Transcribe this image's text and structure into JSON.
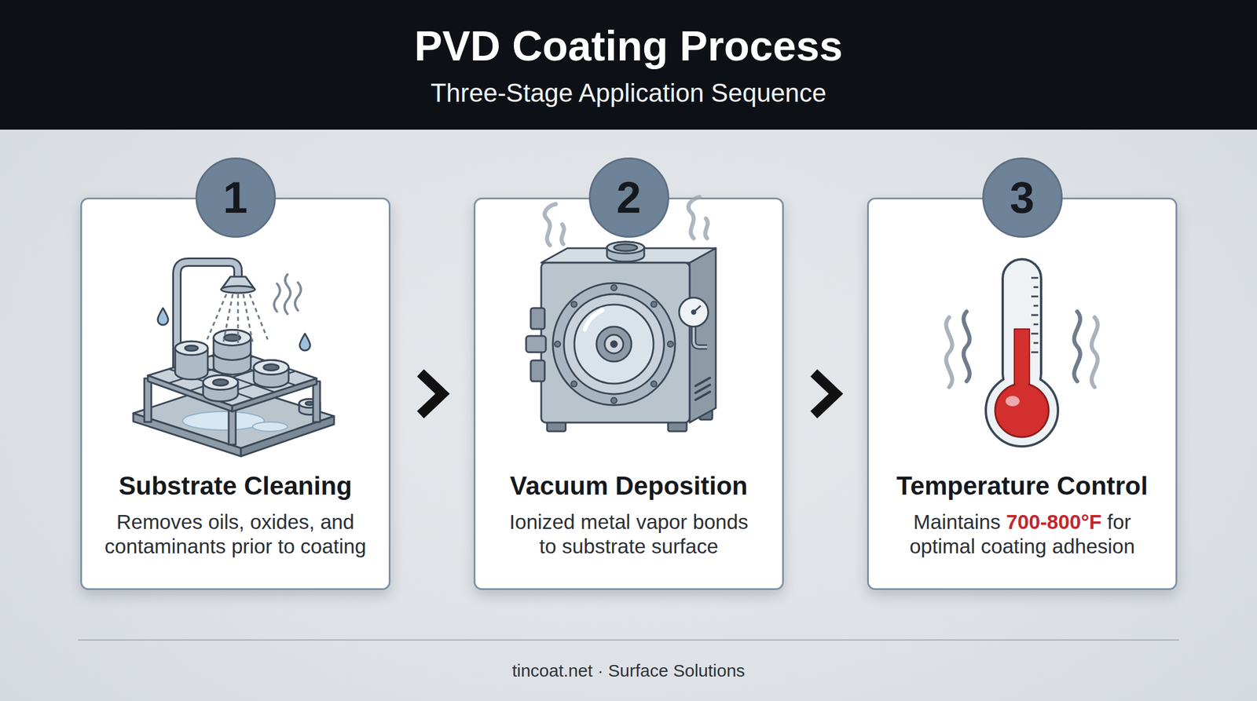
{
  "diagram": {
    "title": "PVD Coating Process",
    "nodes": [
      {
        "text": [
          "Substrate Cleaning",
          "Removes oils, oxides, and contaminants prior to coating"
        ]
      },
      {
        "text": [
          "1"
        ],
        "in": 0
      },
      {
        "text": [
          "Vacuum Deposition",
          "Ionized metal vapor bonds to substrate surface"
        ]
      },
      {
        "text": [
          "2"
        ],
        "in": 2
      },
      {
        "text": [
          "Temperature Control",
          "Maintains 700-800°F for optimal coating adhesion"
        ]
      },
      {
        "text": [
          "3"
        ],
        "in": 4
      }
    ],
    "edges": [
      {
        "from": 0,
        "to": 2,
        "arrow": "to"
      },
      {
        "from": 2,
        "to": 4,
        "arrow": "to"
      }
    ],
    "labels": [
      "Three-Stage Application Sequence",
      "tincoat.net · Surface Solutions"
    ]
  }
}
